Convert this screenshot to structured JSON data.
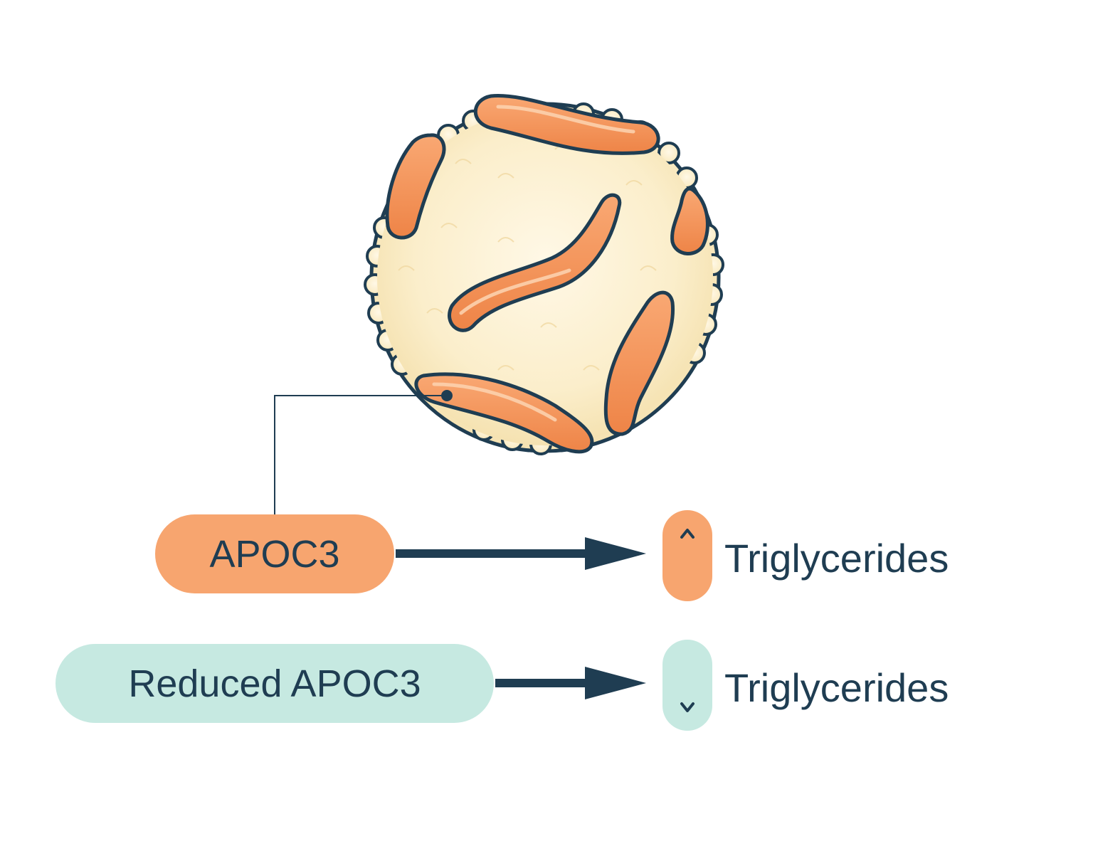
{
  "apoc3_label": "APOC3",
  "reduced_label": "Reduced APOC3",
  "result_up": {
    "label": "Triglycerides",
    "direction": "up-arrow-icon"
  },
  "result_down": {
    "label": "Triglycerides",
    "direction": "down-arrow-icon"
  },
  "colors": {
    "orange": "#f7a56f",
    "orange_dark": "#f08a4c",
    "teal": "#c6e9e1",
    "navy": "#1f3d52",
    "particle_fill": "#fbedc8",
    "particle_core": "#fff6df"
  }
}
